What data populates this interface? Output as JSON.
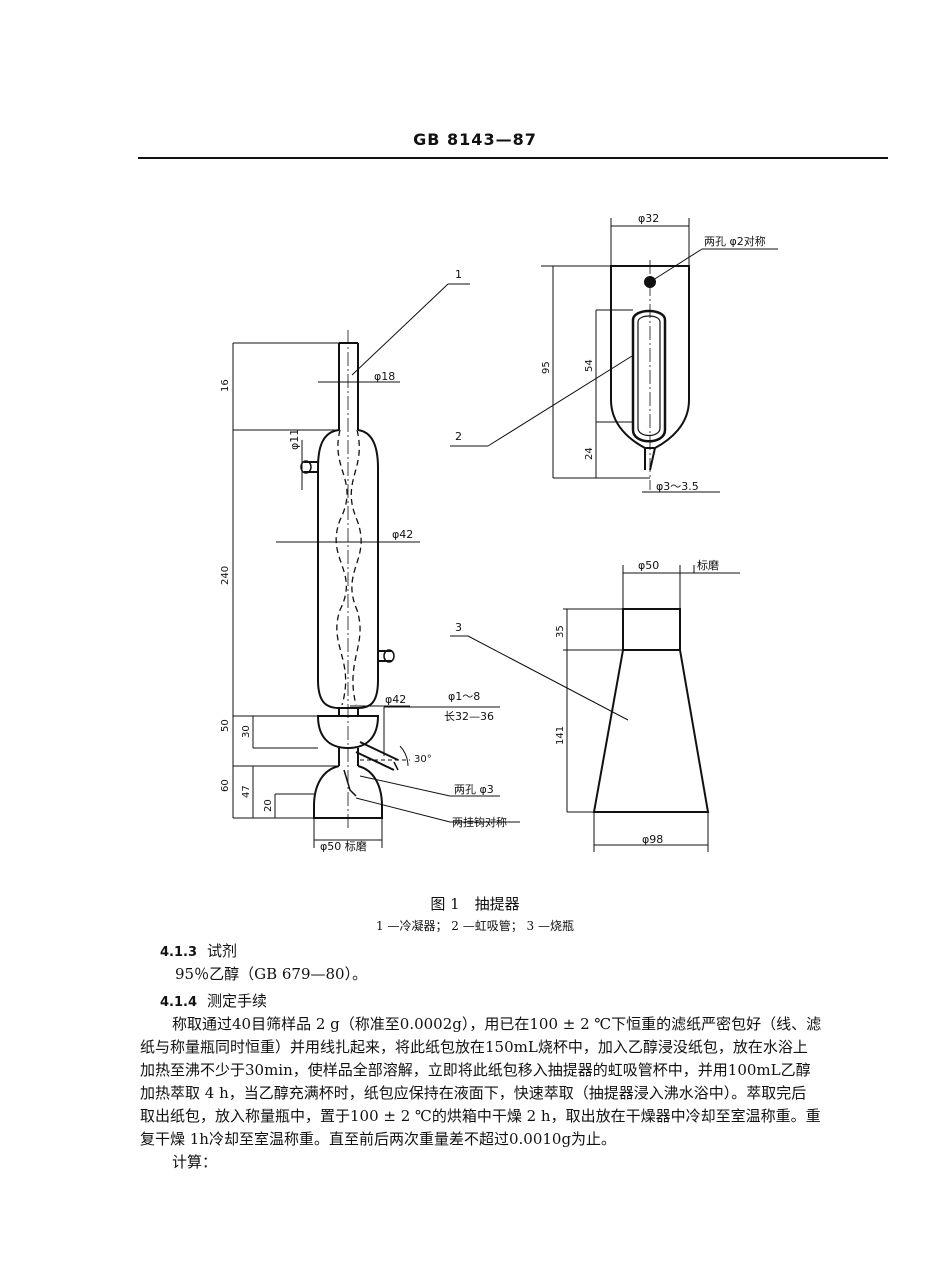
{
  "header": {
    "code": "GB 8143—87"
  },
  "figure": {
    "callouts": {
      "c1": "1",
      "c2": "2",
      "c3": "3"
    },
    "condenser": {
      "dims": {
        "d18": "φ18",
        "d11": "φ11",
        "d42_top": "φ42",
        "d42_mid": "φ42",
        "d1_8": "φ1～8",
        "len": "长32—36",
        "angle": "30°",
        "holes3": "两孔 φ3",
        "hooks": "两挂钩对称",
        "d50": "φ50 标磨"
      },
      "heights": {
        "h16": "16",
        "h240": "240",
        "h50": "50",
        "h30": "30",
        "h60": "60",
        "h47": "47",
        "h20": "20"
      }
    },
    "siphon": {
      "dims": {
        "d32": "φ32",
        "holes2": "两孔 φ2对称",
        "d3": "φ3～3.5"
      },
      "heights": {
        "h95": "95",
        "h54": "54",
        "h24": "24"
      }
    },
    "flask": {
      "dims": {
        "d50": "φ50",
        "ground": "标磨",
        "d98": "φ98"
      },
      "heights": {
        "h35": "35",
        "h141": "141"
      }
    }
  },
  "caption": {
    "title": "图 1　抽提器",
    "subtitle": "1 —冷凝器； 2 —虹吸管； 3 —烧瓶"
  },
  "sections": {
    "s413": {
      "number": "4.1.3",
      "title": "试剂"
    },
    "reagent": "95％乙醇（GB 679—80）。",
    "s414": {
      "number": "4.1.4",
      "title": "测定手续"
    }
  },
  "procedure": {
    "lines": [
      "称取通过40目筛样品 2 g（称准至0.0002g），用已在100 ± 2 ℃下恒重的滤纸严密包好（线、滤",
      "纸与称量瓶同时恒重）并用线扎起来，将此纸包放在150mL烧杯中，加入乙醇浸没纸包，放在水浴上",
      "加热至沸不少于30min，使样品全部溶解，立即将此纸包移入抽提器的虹吸管杯中，并用100mL乙醇",
      "加热萃取 4 h，当乙醇充满杯时，纸包应保持在液面下，快速萃取（抽提器浸入沸水浴中）。萃取完后",
      "取出纸包，放入称量瓶中，置于100 ± 2 ℃的烘箱中干燥 2 h，取出放在干燥器中冷却至室温称重。重",
      "复干燥 1h冷却至室温称重。直至前后两次重量差不超过0.0010g为止。"
    ],
    "calc_label": "计算："
  }
}
